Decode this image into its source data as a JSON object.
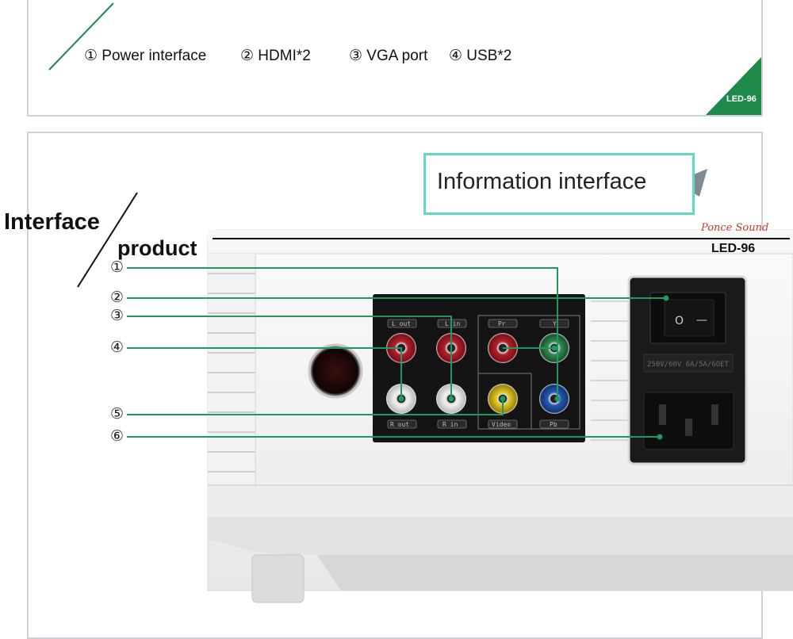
{
  "top_legend": {
    "item1": "① Power interface",
    "item2": "② HDMI*2",
    "item3": "③ VGA port",
    "item4": "④ USB*2"
  },
  "corner_badge": {
    "text": "LED-96",
    "color": "#1e8a4a"
  },
  "info_box": {
    "text": "Information interface",
    "border_color": "#5fd8c6"
  },
  "titles": {
    "interface": "Interface",
    "product": "product"
  },
  "brand": {
    "logo_text": "Ponce Sound",
    "model": "LED-96"
  },
  "callouts": [
    "①",
    "②",
    "③",
    "④",
    "⑤",
    "⑥"
  ],
  "jack_labels": [
    "L out",
    "L in",
    "Pr",
    "Y",
    "R out",
    "R in",
    "Video",
    "Pb"
  ],
  "regulatory_text": "250V/60V 6A/5A/6ОЕТ",
  "switch_symbols": {
    "on": "O",
    "off": "—"
  },
  "colors": {
    "leader_line": "#1e9a5c",
    "accent": "#1e8a4a"
  }
}
